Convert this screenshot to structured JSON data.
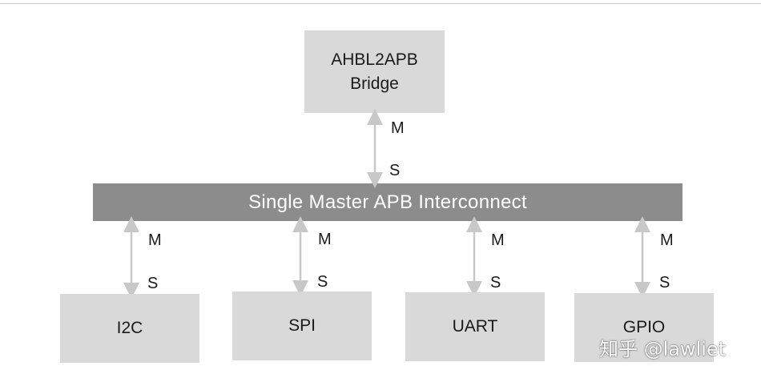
{
  "bridge": {
    "line1": "AHBL2APB",
    "line2": "Bridge"
  },
  "interconnect": {
    "label": "Single Master APB Interconnect"
  },
  "peripherals": [
    {
      "label": "I2C"
    },
    {
      "label": "SPI"
    },
    {
      "label": "UART"
    },
    {
      "label": "GPIO"
    }
  ],
  "ports": {
    "master": "M",
    "slave": "S"
  },
  "watermark": "知乎 @lawliet",
  "colors": {
    "box_fill": "#d9d9d9",
    "bus_fill": "#8c8c8c",
    "arrow": "#c8c8c8"
  }
}
